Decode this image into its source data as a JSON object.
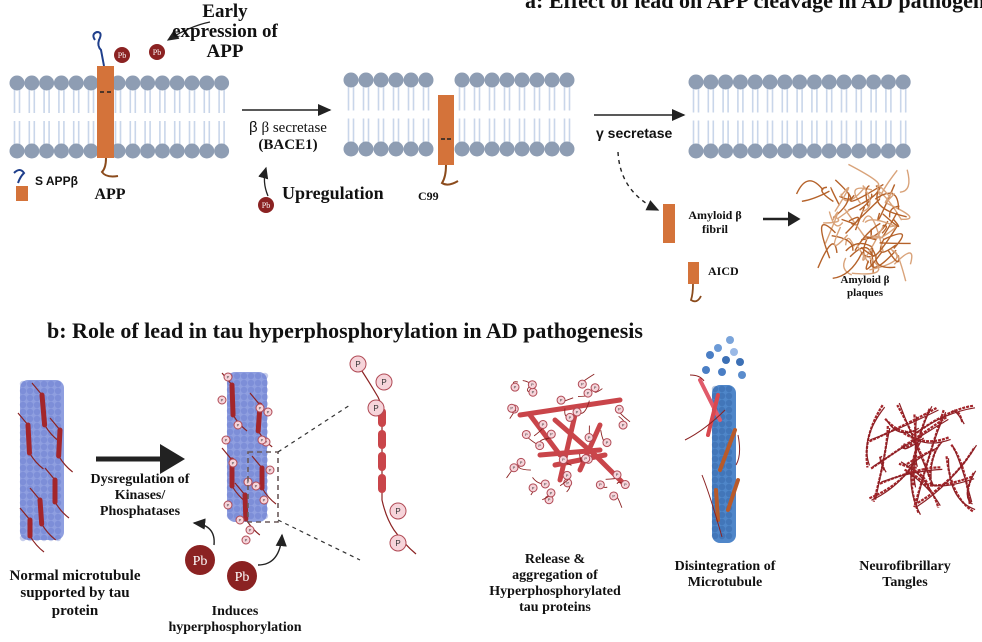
{
  "panel_a": {
    "title": "a: Effect of lead on APP cleavage in AD pathogenesis",
    "early_expression": "Early expression of APP",
    "early_line1": "Early",
    "early_line2": "expression of",
    "early_line3": "APP",
    "app_label": "APP",
    "sappb_label": "S APPβ",
    "beta_secretase": "β secretase",
    "bace1": "(BACE1)",
    "upregulation": "Upregulation",
    "c99_label": "C99",
    "gamma_secretase": "γ secretase",
    "amyloid_fibril_line1": "Amyloid β",
    "amyloid_fibril_line2": "fibril",
    "aicd_label": "AICD",
    "plaques_line1": "Amyloid β",
    "plaques_line2": "plaques",
    "pb": "Pb"
  },
  "panel_b": {
    "title": "b: Role of lead in tau hyperphosphorylation in AD pathogenesis",
    "normal_line1": "Normal microtubule",
    "normal_line2": "supported by tau",
    "normal_line3": "protein",
    "dysreg_line1": "Dysregulation of",
    "dysreg_line2": "Kinases/",
    "dysreg_line3": "Phosphatases",
    "induces_line1": "Induces",
    "induces_line2": "hyperphosphorylation",
    "release_line1": "Release &",
    "release_line2": "aggregation of",
    "release_line3": "Hyperphosphorylated",
    "release_line4": "tau proteins",
    "disint_line1": "Disintegration of",
    "disint_line2": "Microtubule",
    "nft_line1": "Neurofibrillary",
    "nft_line2": "Tangles",
    "pb": "Pb",
    "p": "P"
  },
  "colors": {
    "lipid_head": "#8e9db3",
    "lipid_tail": "#c9d6ea",
    "app_orange": "#d4733a",
    "pb_red": "#8b2222",
    "tau_red": "#c9454a",
    "phospho_pink": "#f6d4da",
    "microtubule_blue": "#8f9fe0",
    "microtubule_dark": "#3e6fb8",
    "plaque_brown": "#b5622a"
  }
}
